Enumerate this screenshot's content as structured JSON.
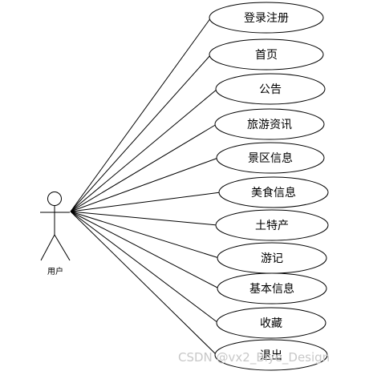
{
  "actor": {
    "label": "用户"
  },
  "use_cases": [
    {
      "id": "login-register",
      "label": "登录注册"
    },
    {
      "id": "home",
      "label": "首页"
    },
    {
      "id": "announcement",
      "label": "公告"
    },
    {
      "id": "travel-news",
      "label": "旅游资讯"
    },
    {
      "id": "scenic-info",
      "label": "景区信息"
    },
    {
      "id": "food-info",
      "label": "美食信息"
    },
    {
      "id": "local-products",
      "label": "土特产"
    },
    {
      "id": "travel-notes",
      "label": "游记"
    },
    {
      "id": "basic-info",
      "label": "基本信息"
    },
    {
      "id": "favorites",
      "label": "收藏"
    },
    {
      "id": "logout",
      "label": "退出"
    }
  ],
  "watermark": "CSDN @vx2_Biye_Design"
}
